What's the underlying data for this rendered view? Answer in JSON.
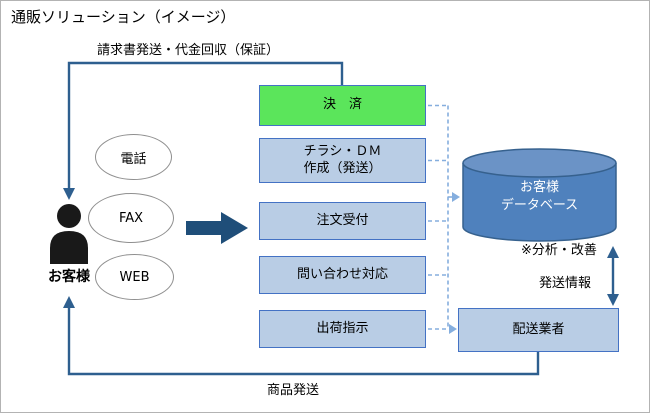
{
  "title": "通販ソリューション（イメージ）",
  "customer": {
    "label": "お客様"
  },
  "channels": [
    {
      "label": "電話"
    },
    {
      "label": "FAX"
    },
    {
      "label": "WEB"
    }
  ],
  "processes": [
    {
      "label": "決　済"
    },
    {
      "label": "チラシ・ＤＭ\n作成（発送）"
    },
    {
      "label": "注文受付"
    },
    {
      "label": "問い合わせ対応"
    },
    {
      "label": "出荷指示"
    }
  ],
  "database": {
    "label": "お客様\nデータベース",
    "note": "※分析・改善"
  },
  "delivery": {
    "label": "配送業者"
  },
  "flows": {
    "billing": "請求書発送・代金回収（保証）",
    "shipping_info": "発送情報",
    "product_shipping": "商品発送"
  },
  "colors": {
    "green_box": "#5be55b",
    "blue_box": "#b9cde5",
    "box_border": "#4472c4",
    "arrow": "#2e5f8f",
    "block_arrow": "#1f4e79",
    "dashed": "#85aede",
    "db_fill": "#4f81bd",
    "db_top": "#6b93c6",
    "db_stroke": "#36618e"
  }
}
